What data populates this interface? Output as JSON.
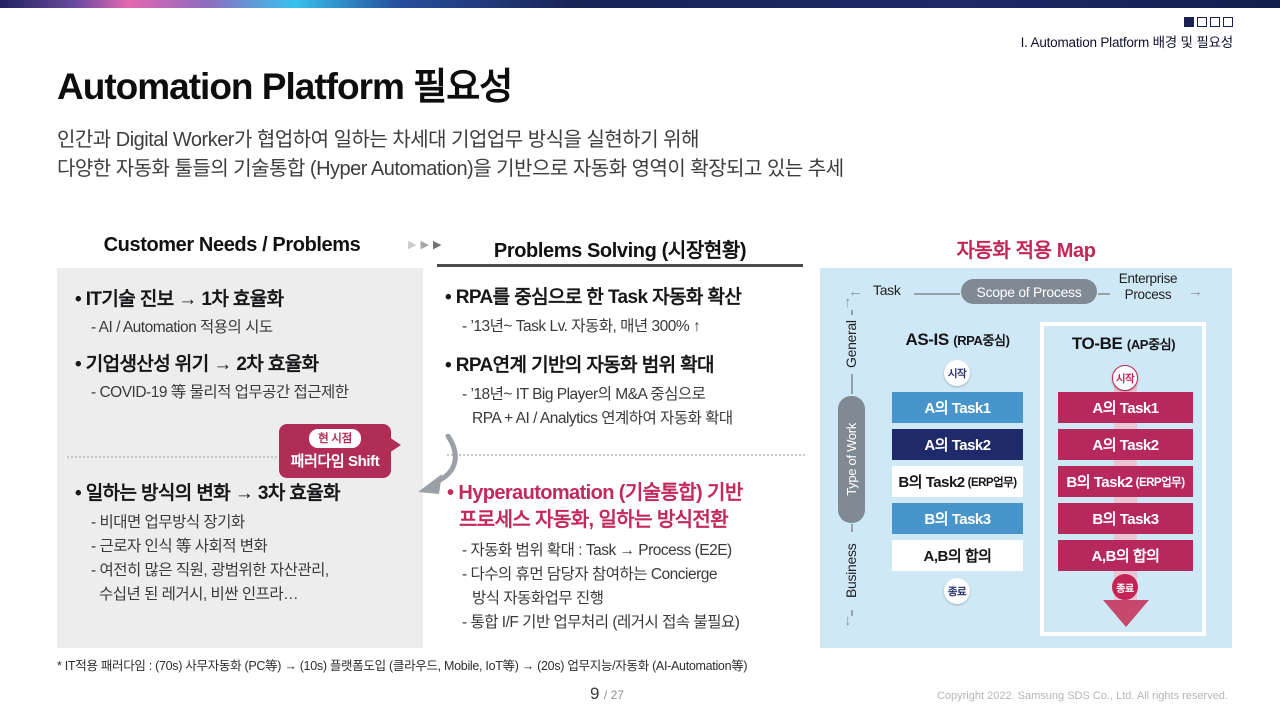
{
  "header": {
    "section_label": "I. Automation Platform 배경 및 필요성",
    "progress": {
      "filled": 1,
      "total": 4
    },
    "title": "Automation Platform 필요성",
    "subtitle_line1": "인간과 Digital Worker가 협업하여 일하는 차세대 기업업무 방식을 실현하기 위해",
    "subtitle_line2": "다양한 자동화 툴들의 기술통합 (Hyper Automation)을 기반으로 자동화 영역이 확장되고 있는 추세"
  },
  "icons": {
    "play": "▶",
    "arrow_left": "←",
    "arrow_right": "→",
    "arrow_up": "↑",
    "arrow_down": "↓"
  },
  "left_panel": {
    "heading": "Customer Needs / Problems",
    "items": [
      {
        "title": "• IT기술 진보 → 1차 효율화",
        "subs": [
          "- AI / Automation 적용의 시도"
        ]
      },
      {
        "title": "• 기업생산성 위기 → 2차 효율화",
        "subs": [
          "- COVID-19 等 물리적 업무공간 접근제한"
        ]
      },
      {
        "title": "• 일하는 방식의 변화 → 3차 효율화",
        "subs": [
          "- 비대면 업무방식 장기화",
          "- 근로자 인식 等 사회적 변화",
          "- 여전히 많은 직원, 광범위한 자산관리,",
          "수십년 된 레거시, 비싼 인프라…"
        ]
      }
    ],
    "badge": {
      "tag": "현 시점",
      "label": "패러다임 Shift"
    }
  },
  "middle_panel": {
    "heading": "Problems Solving (시장현황)",
    "items": [
      {
        "title": "• RPA를 중심으로 한 Task 자동화 확산",
        "subs": [
          "- ’13년~ Task Lv. 자동화, 매년 300% ↑"
        ]
      },
      {
        "title": "• RPA연계 기반의 자동화 범위 확대",
        "subs": [
          "- ’18년~ IT Big Player의 M&A 중심으로",
          "RPA + AI / Analytics 연계하여 자동화 확대"
        ]
      }
    ],
    "highlight": {
      "title_line1": "• Hyperautomation (기술통합) 기반",
      "title_line2": "프로세스 자동화, 일하는 방식전환",
      "subs": [
        "- 자동화 범위 확대 : Task → Process (E2E)",
        "- 다수의 휴먼 담당자 참여하는 Concierge",
        "방식 자동화업무 진행",
        "- 통합 I/F 기반 업무처리 (레거시 접속 불필요)"
      ]
    }
  },
  "map_panel": {
    "title": "자동화 적용 Map",
    "x_axis": {
      "left_label": "Task",
      "center_label": "Scope of Process",
      "right_label_line1": "Enterprise",
      "right_label_line2": "Process"
    },
    "y_axis": {
      "top_label": "General",
      "center_label": "Type of Work",
      "bottom_label": "Business"
    },
    "as_is": {
      "heading": "AS-IS",
      "heading_sub": "(RPA중심)",
      "start": "시작",
      "end": "종료",
      "steps": [
        {
          "label": "A의 Task1",
          "style": "blue"
        },
        {
          "label": "A의 Task2",
          "style": "navy"
        },
        {
          "label": "B의 Task2",
          "suffix": "(ERP업무)",
          "style": "white"
        },
        {
          "label": "B의 Task3",
          "style": "blue"
        },
        {
          "label": "A,B의 합의",
          "style": "white"
        }
      ]
    },
    "to_be": {
      "heading": "TO-BE",
      "heading_sub": "(AP중심)",
      "start": "시작",
      "end": "종료",
      "steps": [
        {
          "label": "A의 Task1"
        },
        {
          "label": "A의 Task2"
        },
        {
          "label": "B의 Task2",
          "suffix": "(ERP업무)"
        },
        {
          "label": "B의 Task3"
        },
        {
          "label": "A,B의 합의"
        }
      ]
    }
  },
  "footer": {
    "footnote": "* IT적용 패러다임 : (70s) 사무자동화 (PC等) → (10s) 플랫폼도입 (클라우드, Mobile, IoT等) → (20s) 업무지능/자동화 (AI-Automation等)",
    "page_current": "9",
    "page_total": "/ 27",
    "copyright": "Copyright 2022. Samsung SDS Co., Ltd. All rights reserved."
  },
  "colors": {
    "accent_red": "#b7285c",
    "map_title_red": "#c22857",
    "light_blue_bg": "#cfe8f5",
    "box_blue": "#4795cb",
    "box_navy": "#1f2a6b",
    "gray_pill": "#7f8a95",
    "panel_gray": "#ededed"
  }
}
